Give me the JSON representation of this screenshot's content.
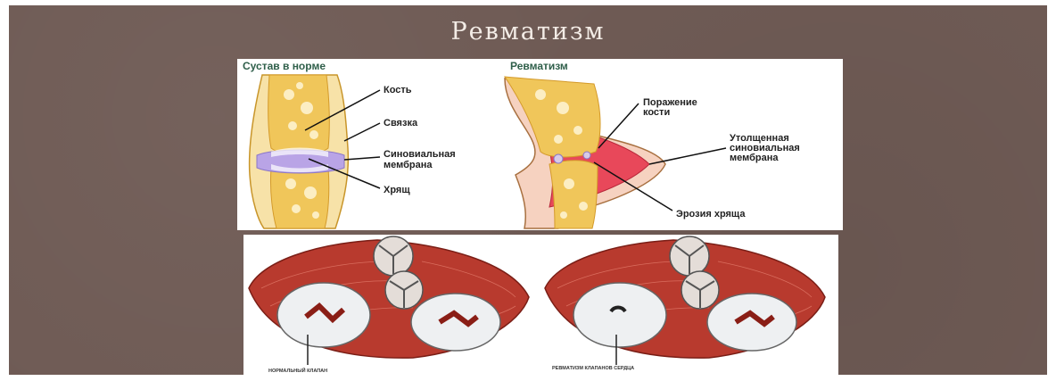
{
  "slide": {
    "title": "Ревматизм"
  },
  "joint_figure": {
    "normal": {
      "heading": "Сустав в норме",
      "labels": {
        "bone": "Кость",
        "ligament": "Связка",
        "membrane_line1": "Синовиальная",
        "membrane_line2": "мембрана",
        "cartilage": "Хрящ"
      }
    },
    "rheumatism": {
      "heading": "Ревматизм",
      "labels": {
        "bone_damage_line1": "Поражение",
        "bone_damage_line2": "кости",
        "thick_membrane_line1": "Утолщенная",
        "thick_membrane_line2": "синовиальная",
        "thick_membrane_line3": "мембрана",
        "cartilage_erosion": "Эрозия хряща"
      }
    }
  },
  "heart_figure": {
    "normal_caption": "НОРМАЛЬНЫЙ КЛАПАН",
    "rheumatism_caption": "РЕВМАТИЗМ КЛАПАНОВ СЕРДЦА"
  },
  "colors": {
    "slide_background": "#6f5b55",
    "title_text": "#f3ece6",
    "bone": "#f0c65a",
    "membrane_normal": "#b9a4e6",
    "membrane_inflamed": "#e8485a",
    "heart_muscle": "#b83a2e"
  }
}
